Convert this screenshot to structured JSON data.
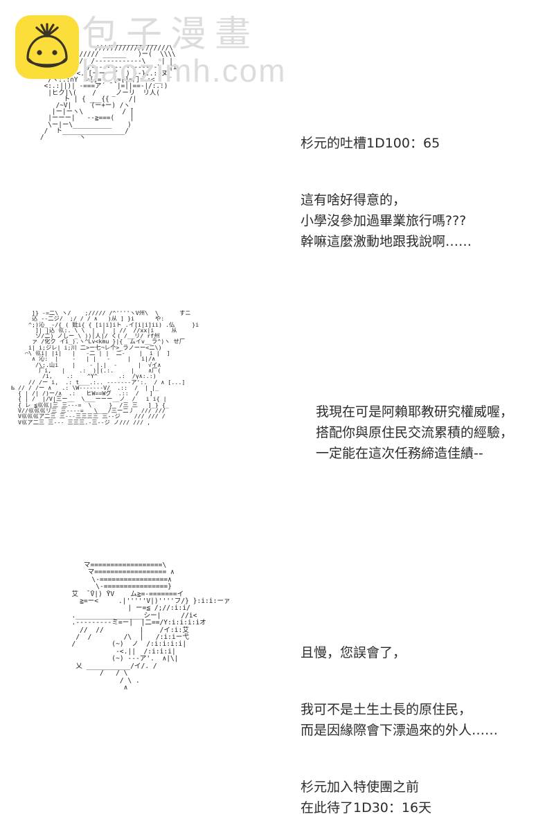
{
  "watermark": {
    "logo_icon": "baozi-bun-logo-icon",
    "logo_bg_color": "#FCDE3B",
    "brand_cn": "包子漫畫",
    "brand_en": "baozimh.com",
    "brand_color": "#dcdcdc"
  },
  "panels": [
    {
      "id": "panel-1",
      "art_name": "ascii-art-character-sugimoto",
      "art": "                  ____________\n              ///////////////////\\\n          ///// ______   )ー(  \\\\\\\\\n         V/  /------------\\    | |\n       |//  /-----------------\\  |i\n  \\ーヽ|--<.:[ーーーイ  ) --}:.:)ヌ_\n  /ヽ:.:∩Y  =[]=   {=[]=冂:.:<__\n <:.:||)| -===ア´ ̄  |=||==-|/:.:)\n  |ヒク|\\(    /    _ノーリ  リ人(\n      ト | { ___{{     /|\n    /~V|     (ー+ー) /ヽ\n   |ー|ーヽ\\          / ̄|\n  |ーーー|   --≧===(    |\n  \\ー|ー\\__________    )\n /  ト________________/\n/         ヽ\n"
    },
    {
      "id": "panel-2",
      "art_name": "ascii-art-character-researcher",
      "art": "        ]} -=二\\ ヽ/    ;///// /^''''ヽV州\\  \\      すニ\n        込 --二ジ/  ;/ / / ∧   )从 ] }i      や:\n       ^;)沁_ -/{ ( 妣i{ { [i|i]iト .イ[i|i]ii) .仏     }i\n         ]| |込 巛:. \\ \\  |  |  | //  //xx|i     从\n         ソ/二) ノしー_\\ ))|人|/ く( /__リ/ rf州\n        ァ /化ク イi_).ヽ^Lv<kmu }|{  ムイv__ラ^)ヽ せ厂\n       i| i;ジレ| i;川 二>ー七¬レ个>_ラノーー<二\\)\n      ⌒\\ 巛i| |i|   |   -二 | |  二-    |  i |  ]\n        ∧ 沁:  |    -   | |   -     |   i|/∧\n         /\\:.山i    |    - |.|  -      |  √イ∧\n          厂i,   |    .:  )|(.:.     |    ∧厂(\n           /i,    .:    ^Y^      .:  /γ∧:.:)\n       // /ー i,  .: t___.:.. -------ア':.  / ∧ [...]\n  ‰ // / /ー ∧   .: \\W-------V/  .::  /  | |_\n    { | /| /)ー/∧  .:   ヒW==Wグ  .::  /   ]\n    { | /  |/V|三ー__  \\___ーーー__ノ  /   i i{ |\n    { レ ≦巛巛|三 三---=  \\     }  /三 三   ]_} {_\n    V//巛巛巛リ三 三----=   \\___/三ー二丿  /// ///\n    V巛巛巛ア二三 三---三三三三 三--ジ    /// /// /\n    V巛ア二三 三--- 三三三.-三--ジ ノ/// /// ,\n"
    },
    {
      "id": "panel-3",
      "art_name": "ascii-art-character-native",
      "art": "     マ==================\\\n      マ================== ∧\n       \\-=================∧\n        \\-================}\n  艾  ̄ ̄V|) ̄ΥV    ム≧=-=======イ\n    ≧=ー<     .|'''''V|)''''フ/} }:i:i:ーァ\n                | ー=≦ /;//:i:i/\n  ._________________シー|     //i<\n  .---------ミ=ー|  |二==/Y:i:i:i:iオ\n    //  //         |    /イ:i:艾\n   /  /        /\\  |   /:i:iー弋\n  /         (~)  ノ  /:i:i:i:i|\n             -<.||  /:i:i:i|\n            (~) ---ア'.  ∧|\\|\n   乂 ___________/イ/. /\n         /   / \\\n              / \\ .\n               ∧\n"
    }
  ],
  "dialogues": [
    {
      "id": "dialogue-1",
      "name": "dialogue-block-sugimoto-comment",
      "paragraphs": [
        "杉元的吐槽1D100：65",
        "這有啥好得意的，\n小學沒參加過畢業旅行嗎???\n幹嘛這麼激動地跟我說啊……"
      ]
    },
    {
      "id": "dialogue-2",
      "name": "dialogue-block-researcher-speech",
      "paragraphs": [
        "我現在可是阿賴耶教研究權威喔，\n搭配你與原住民交流累積的經驗，\n一定能在這次任務締造佳績--"
      ]
    },
    {
      "id": "dialogue-3",
      "name": "dialogue-block-native-speech",
      "paragraphs": [
        "且慢，您誤會了，",
        "我可不是土生土長的原住民，\n而是因緣際會下漂過來的外人……",
        "杉元加入特使團之前\n在此待了1D30：16天"
      ]
    }
  ]
}
